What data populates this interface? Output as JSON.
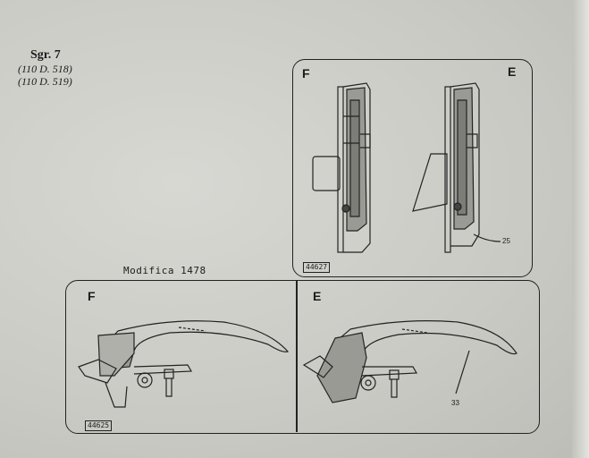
{
  "header": {
    "group": "Sgr. 7",
    "code1": "(110 D. 518)",
    "code2": "(110 D. 519)"
  },
  "modification": "Modifica 1478",
  "top_panel": {
    "label_left": "F",
    "label_right": "E",
    "ref_number": "44627",
    "callout": "25"
  },
  "bottom_panel": {
    "label_left": "F",
    "label_right": "E",
    "ref_number": "44625",
    "callout": "33"
  }
}
